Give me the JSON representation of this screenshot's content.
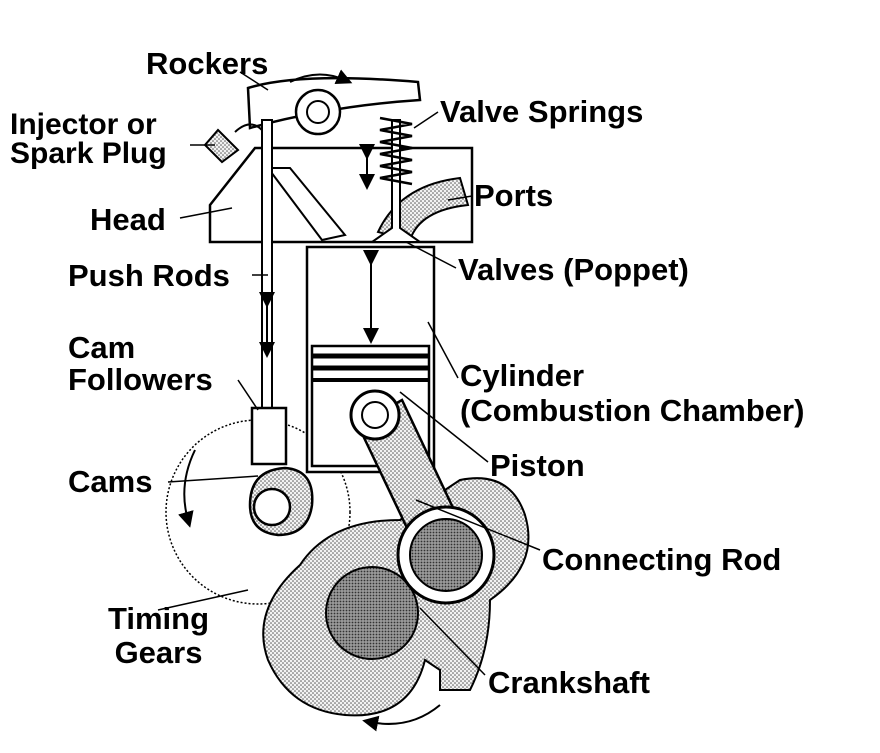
{
  "labels": {
    "rockers": "Rockers",
    "injector": "Injector or\nSpark Plug",
    "injector_line1": "Injector or",
    "injector_line2": "Spark Plug",
    "valve_springs": "Valve Springs",
    "head": "Head",
    "ports": "Ports",
    "push_rods": "Push Rods",
    "valves": "Valves (Poppet)",
    "cam_followers_line1": "Cam",
    "cam_followers_line2": "Followers",
    "cylinder_line1": "Cylinder",
    "cylinder_line2": "(Combustion Chamber)",
    "cams": "Cams",
    "piston": "Piston",
    "connecting_rod": "Connecting Rod",
    "timing_gears_line1": "Timing",
    "timing_gears_line2": "Gears",
    "crankshaft": "Crankshaft"
  },
  "colors": {
    "ink": "#000000",
    "paper": "#ffffff",
    "stipple": "#d9d9d9",
    "dark_fill": "#8a8a8a"
  }
}
